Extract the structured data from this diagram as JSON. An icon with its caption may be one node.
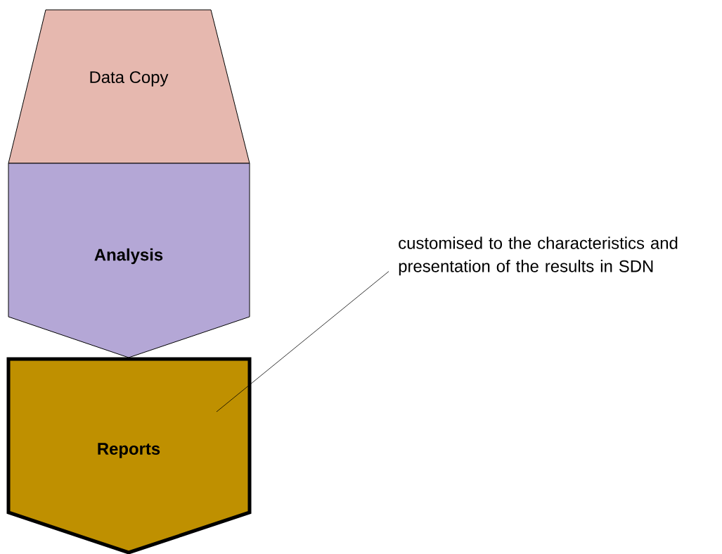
{
  "diagram": {
    "nodes": [
      {
        "text": [
          "Data Copy"
        ]
      },
      {
        "text": [
          "Analysis"
        ]
      },
      {
        "text": [
          "Reports"
        ]
      },
      {
        "text": [
          "customised to the characteristics and presentation of the results in SDN"
        ]
      }
    ],
    "edges": [
      {
        "from": 3,
        "to": 2,
        "arrow": "none"
      }
    ]
  }
}
